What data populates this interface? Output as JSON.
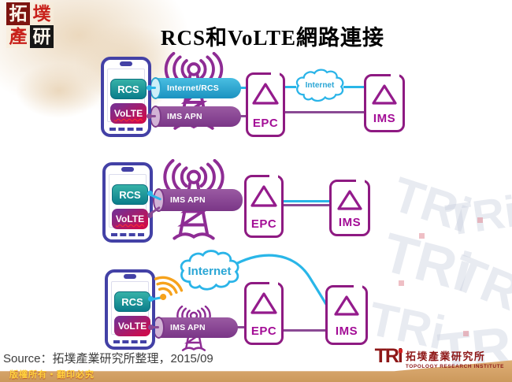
{
  "stamp": {
    "top_left": "拓",
    "top_right": "墣",
    "bottom_left": "產",
    "bottom_right": "研"
  },
  "title": "RCS和VoLTE網路連接",
  "watermark_text": "TRi",
  "diagram1": {
    "rcs": "RCS",
    "volte": "VoLTE",
    "pipe_top": "Internet/RCS",
    "pipe_bottom": "IMS APN",
    "epc": "EPC",
    "cloud": "Internet",
    "ims": "IMS"
  },
  "diagram2": {
    "rcs": "RCS",
    "volte": "VoLTE",
    "pipe": "IMS APN",
    "epc": "EPC",
    "ims": "IMS"
  },
  "diagram3": {
    "rcs": "RCS",
    "volte": "VoLTE",
    "cloud": "Internet",
    "pipe": "IMS APN",
    "epc": "EPC",
    "ims": "IMS"
  },
  "source_note": "Source：拓墣產業研究所整理，2015/09",
  "footer": {
    "copyright": "版權所有‧翻印必究"
  },
  "brand": {
    "logo": "TRi",
    "name_cn": "拓墣產業研究所",
    "name_en": "TOPOLOGY RESEARCH INSTITUTE"
  },
  "colors": {
    "phone_indigo": "#4341a6",
    "rcs_teal": "#0b7d8b",
    "volte_crimson": "#cb0d4e",
    "pipe_cyan": "#29b6e8",
    "pipe_purple": "#8a4a94",
    "node_magenta": "#8e1a82",
    "cloud_cyan": "#2aa6d5",
    "wifi_orange": "#f6a21c",
    "bar_tan": "#d7a366",
    "brand_maroon": "#8e1818",
    "copyright_gold": "#ffd23e"
  }
}
